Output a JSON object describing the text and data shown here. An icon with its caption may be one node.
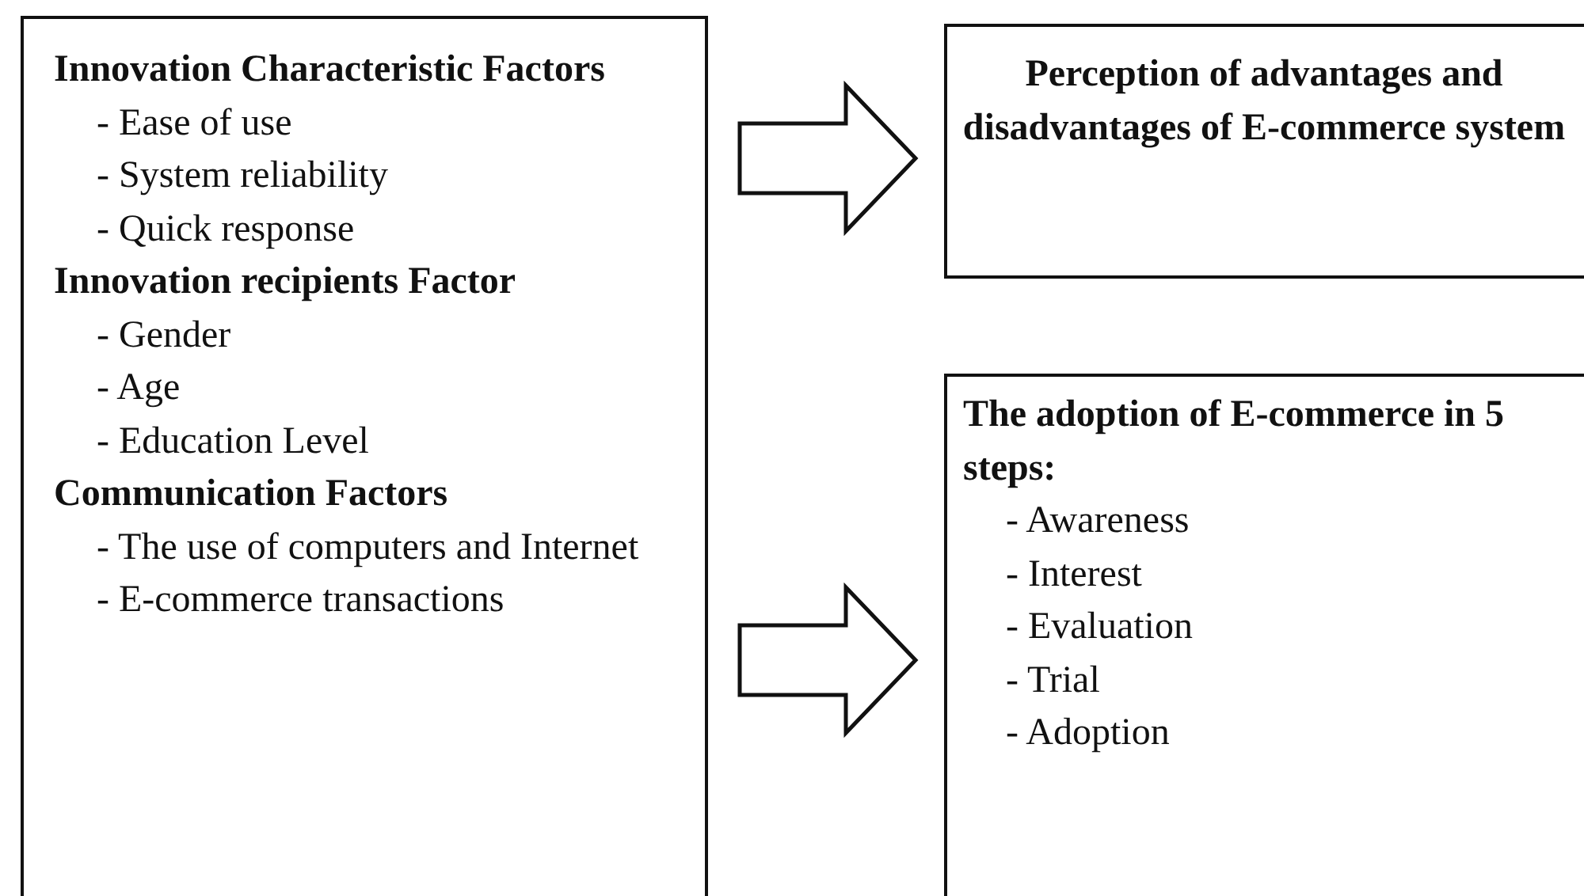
{
  "diagram": {
    "nodes": [
      {
        "text": [
          "Innovation Characteristic Factors",
          "- Ease of use",
          "- System reliability",
          "- Quick response",
          "Innovation recipients Factor",
          "- Gender",
          "- Age",
          "- Education Level",
          "Communication Factors",
          "- The use of computers and Internet",
          "- E-commerce transactions"
        ]
      },
      {
        "text": [
          "Perception of advantages and disadvantages of E-commerce system"
        ]
      },
      {
        "text": [
          "The adoption of E-commerce in 5 steps:",
          "- Awareness",
          "- Interest",
          "- Evaluation",
          "- Trial",
          "- Adoption"
        ]
      }
    ],
    "edges": [
      {
        "from": 0,
        "to": 1,
        "arrow": "to"
      },
      {
        "from": 0,
        "to": 2,
        "arrow": "to"
      }
    ]
  }
}
